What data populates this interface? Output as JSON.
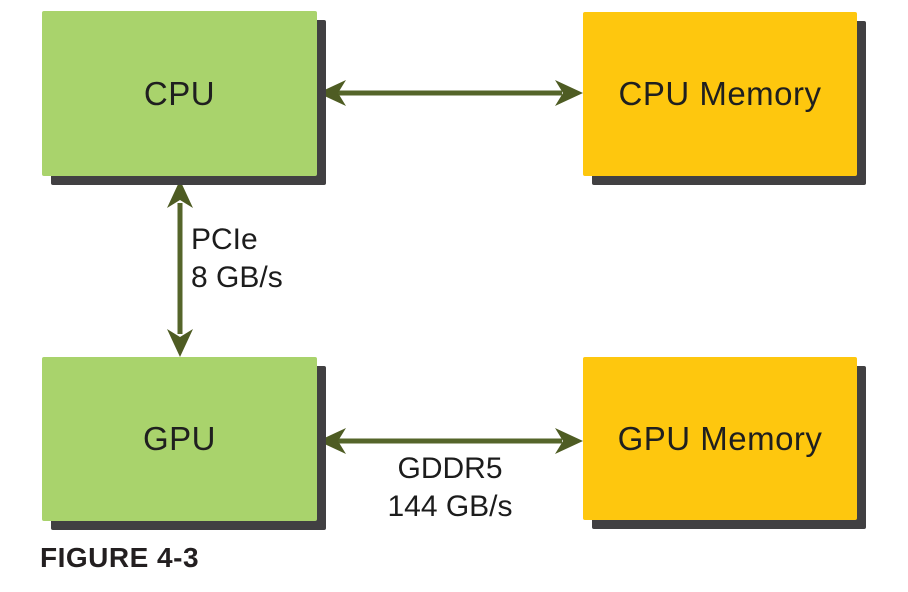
{
  "figure": {
    "caption": "FIGURE 4-3"
  },
  "diagram": {
    "nodes": [
      {
        "id": "cpu",
        "label": "CPU",
        "color": "#a9d36c"
      },
      {
        "id": "cpu-memory",
        "label": "CPU Memory",
        "color": "#fec70e"
      },
      {
        "id": "gpu",
        "label": "GPU",
        "color": "#a9d36c"
      },
      {
        "id": "gpu-memory",
        "label": "GPU Memory",
        "color": "#fec70e"
      }
    ],
    "edges": [
      {
        "from": "cpu",
        "to": "cpu-memory",
        "type": "bidirectional-arrow",
        "label_line1": "",
        "label_line2": ""
      },
      {
        "from": "cpu",
        "to": "gpu",
        "type": "bidirectional-arrow",
        "label_line1": "PCIe",
        "label_line2": "8 GB/s"
      },
      {
        "from": "gpu",
        "to": "gpu-memory",
        "type": "bidirectional-arrow",
        "label_line1": "GDDR5",
        "label_line2": "144 GB/s"
      }
    ],
    "colors": {
      "node_green": "#a9d36c",
      "node_yellow": "#fec70e",
      "arrow": "#55652a",
      "arrowhead": "#4e5c23",
      "shadow": "#414042",
      "text": "#1f1f1f"
    }
  }
}
